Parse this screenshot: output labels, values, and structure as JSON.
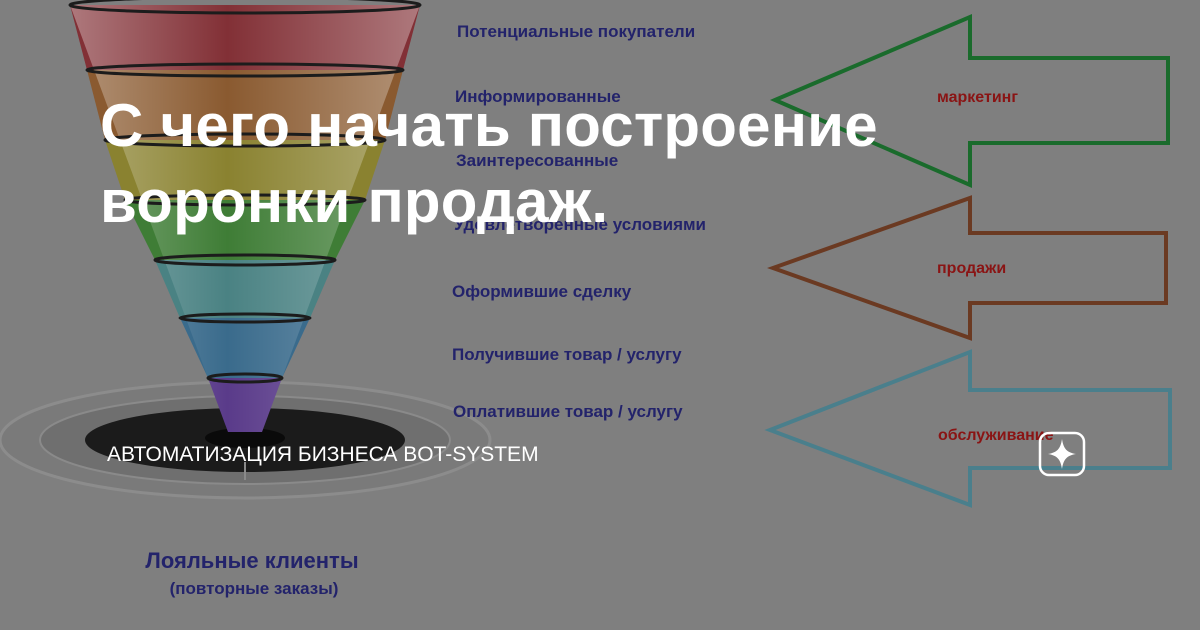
{
  "headline": {
    "line1": "С чего начать построение",
    "line2": "воронки продаж."
  },
  "source": {
    "label": "АВТОМАТИЗАЦИЯ БИЗНЕСА BOT-SYSTEM"
  },
  "logo": {
    "icon": "sparkle-star-icon"
  },
  "funnel": {
    "stages": [
      "Потенциальные покупатели",
      "Информированные",
      "Заинтересованные",
      "Удовлетворенные условиями",
      "Оформившие сделку",
      "Получившие товар / услугу",
      "Оплатившие товар / услугу"
    ],
    "loyal_title": "Лояльные клиенты",
    "loyal_subtitle": "(повторные заказы)"
  },
  "arrows": [
    {
      "label": "маркетинг",
      "color": "#1a6b2c"
    },
    {
      "label": "продажи",
      "color": "#6b3a22"
    },
    {
      "label": "обслуживание",
      "color": "#4a7f8c"
    }
  ],
  "colors": {
    "overlay": "#7f7f7f",
    "headline": "#ffffff",
    "stage_text": "#23236b",
    "arrow_text": "#8a1414"
  }
}
